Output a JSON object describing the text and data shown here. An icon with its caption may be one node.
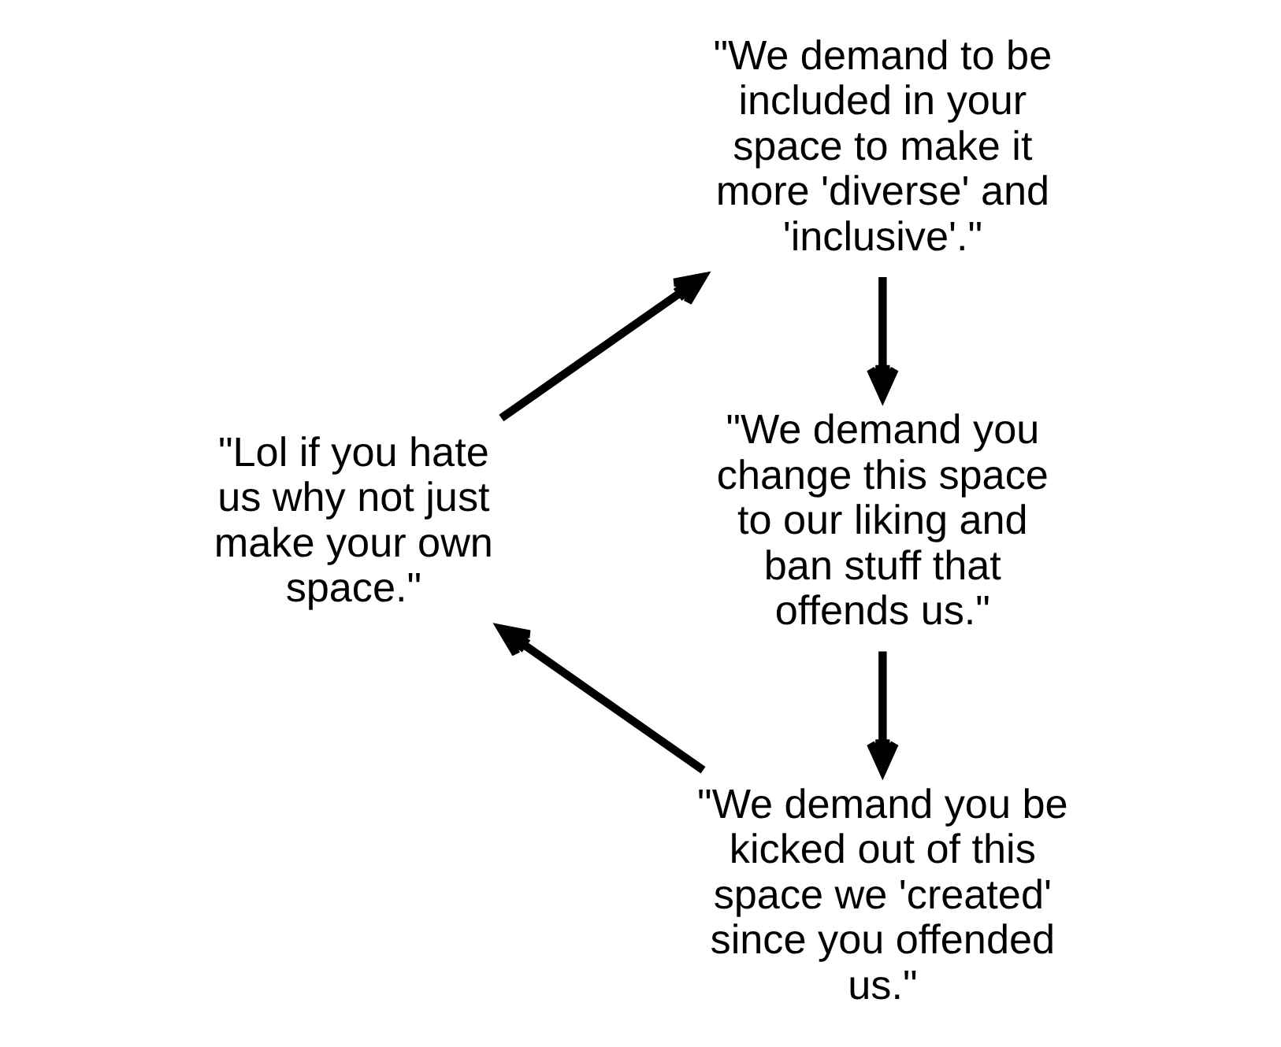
{
  "diagram": {
    "nodes": [
      {
        "text": [
          "\"We demand to be included in your space to make it more 'diverse' and 'inclusive'.\""
        ]
      },
      {
        "text": [
          "\"We demand you change this space to our liking and ban stuff that offends us.\""
        ]
      },
      {
        "text": [
          "\"We demand you be kicked out of this space we 'created' since you offended us.\""
        ]
      },
      {
        "text": [
          "\"Lol if you hate us why not just make your own space.\""
        ]
      }
    ],
    "edges": [
      {
        "from": 0,
        "to": 1,
        "arrow": "to"
      },
      {
        "from": 1,
        "to": 2,
        "arrow": "to"
      },
      {
        "from": 2,
        "to": 3,
        "arrow": "to"
      },
      {
        "from": 3,
        "to": 0,
        "arrow": "to"
      }
    ]
  }
}
